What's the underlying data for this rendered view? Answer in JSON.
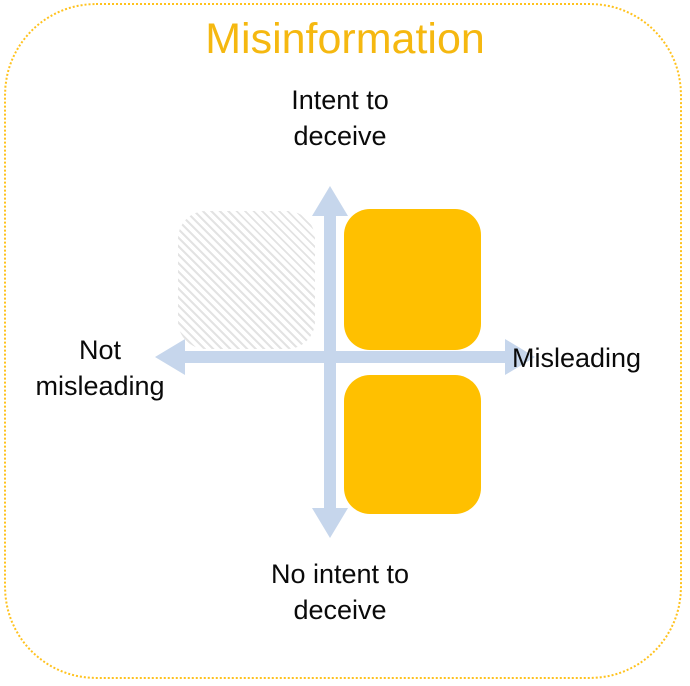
{
  "diagram": {
    "title": "Misinformation",
    "title_color": "#F5B810",
    "frame": {
      "style": "dotted",
      "color": "#FFC21E",
      "shape": "rounded-rectangle"
    },
    "axes": {
      "color": "#C6D6EC",
      "vertical": {
        "top_label": "Intent to\ndeceive",
        "top_label_line1": "Intent to",
        "top_label_line2": "deceive",
        "bottom_label_line1": "No intent to",
        "bottom_label_line2": "deceive"
      },
      "horizontal": {
        "left_label_line1": "Not",
        "left_label_line2": "misleading",
        "right_label": "Misleading"
      }
    },
    "quadrants": [
      {
        "id": "q2",
        "position": "top-left",
        "meaning": "intent to deceive + not misleading",
        "fill": "hatched",
        "fill_color": "#e3e3e3",
        "highlighted": false
      },
      {
        "id": "q1",
        "position": "top-right",
        "meaning": "intent to deceive + misleading",
        "fill": "solid",
        "fill_color": "#FFC000",
        "highlighted": true
      },
      {
        "id": "q3",
        "position": "bottom-left",
        "meaning": "no intent to deceive + not misleading",
        "fill": "none",
        "fill_color": "#ffffff",
        "highlighted": false
      },
      {
        "id": "q4",
        "position": "bottom-right",
        "meaning": "no intent to deceive + misleading",
        "fill": "solid",
        "fill_color": "#FFC000",
        "highlighted": true
      }
    ]
  }
}
